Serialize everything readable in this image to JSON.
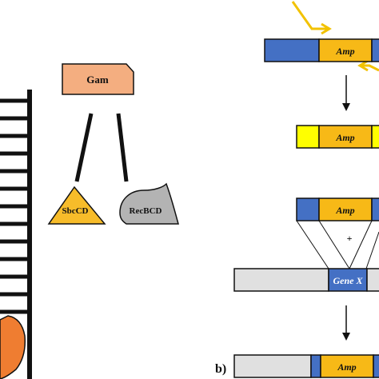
{
  "labels": {
    "gam": "Gam",
    "sbccd": "SbcCD",
    "recbcd": "RecBCD",
    "amp": "Amp",
    "plus": "+",
    "gene_x": "Gene X",
    "panel_b": "b)"
  },
  "colors": {
    "gam_fill": "#f4ae80",
    "sbccd_fill": "#f7bc2a",
    "recbcd_fill": "#b3b3b3",
    "exo_fill": "#ef7d31",
    "amp_fill": "#f7b917",
    "blue_block": "#4470c4",
    "yellow_block": "#ffff00",
    "grey_bar": "#e0e0e0",
    "primer_arrow": "#f2c200"
  }
}
